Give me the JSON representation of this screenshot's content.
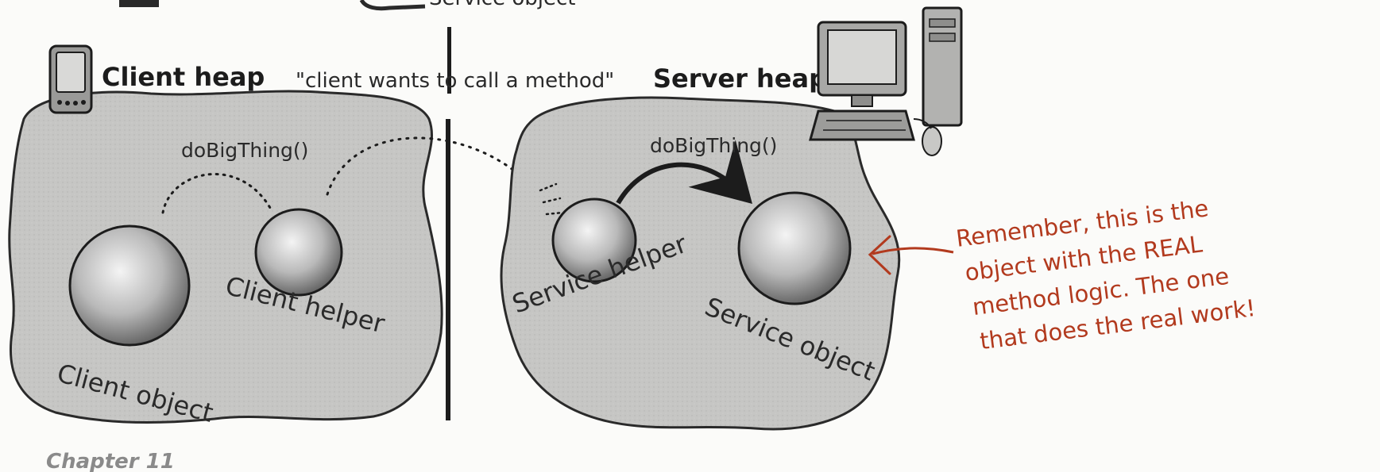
{
  "top_partial_text": "Service object",
  "client_heap": {
    "title": "Client heap"
  },
  "server_heap": {
    "title": "Server heap"
  },
  "call_caption": "\"client wants to call a method\"",
  "client_side": {
    "method_label": "doBigThing()",
    "client_object_label": "Client object",
    "client_helper_label": "Client helper"
  },
  "server_side": {
    "method_label": "doBigThing()",
    "service_helper_label": "Service helper",
    "service_object_label": "Service object"
  },
  "note": {
    "lines": [
      "Remember, this is the",
      "object with the REAL",
      "method logic. The one",
      "that does the real work!"
    ]
  },
  "footer": {
    "chapter": "Chapter 11"
  },
  "colors": {
    "heap_fill": "#c4c4c2",
    "sphere_light": "#f2f2f2",
    "sphere_dark": "#6e6e6e",
    "note_red": "#b23a1e",
    "ink": "#1c1c1c"
  }
}
